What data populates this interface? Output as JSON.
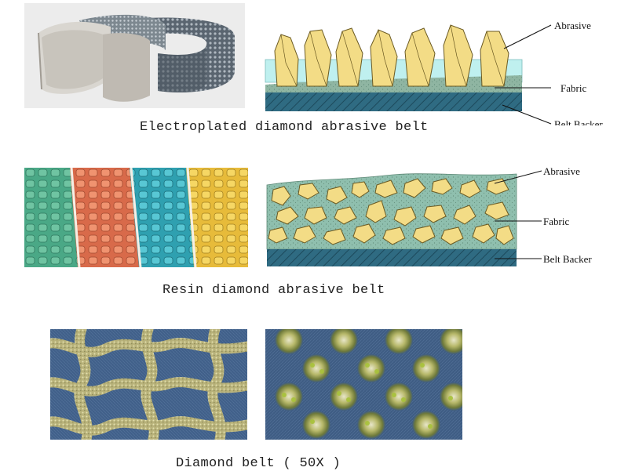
{
  "section1": {
    "caption": "Electroplated diamond abrasive belt",
    "labels": {
      "abrasive": "Abrasive",
      "fabric": "Fabric",
      "backer": "Belt Backer"
    }
  },
  "section2": {
    "caption": "Resin diamond abrasive belt",
    "labels": {
      "abrasive": "Abrasive",
      "fabric": "Fabric",
      "backer": "Belt Backer"
    }
  },
  "section3": {
    "caption": "Diamond belt ( 50X )"
  },
  "colors": {
    "abrasive_yellow": "#f3dc86",
    "fabric_cyan": "#bff0ef",
    "fabric_green": "#8fb5a2",
    "backer_teal": "#2f6b82",
    "resin_belt_green": "#4aa886",
    "resin_belt_orange": "#e88360",
    "resin_belt_cyan": "#3bb6c4",
    "resin_belt_yellow": "#f0cc4c",
    "micro_blue": "#3e5b84",
    "micro_gold": "#c8c28a"
  }
}
